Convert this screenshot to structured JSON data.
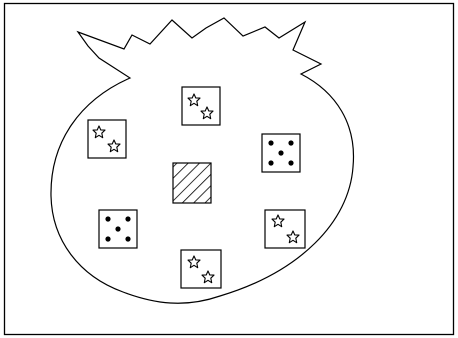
{
  "figure": {
    "border_color": "#000000",
    "background": "#ffffff",
    "shape": "pomegranate-outline",
    "tiles": [
      {
        "id": "top",
        "icon": "two-stars-icon"
      },
      {
        "id": "upper-left",
        "icon": "two-stars-icon"
      },
      {
        "id": "upper-right",
        "icon": "five-dots-icon"
      },
      {
        "id": "center",
        "icon": "hatched-square-icon"
      },
      {
        "id": "lower-left",
        "icon": "five-dots-icon"
      },
      {
        "id": "lower-right",
        "icon": "two-stars-icon"
      },
      {
        "id": "bottom",
        "icon": "two-stars-icon"
      }
    ]
  }
}
